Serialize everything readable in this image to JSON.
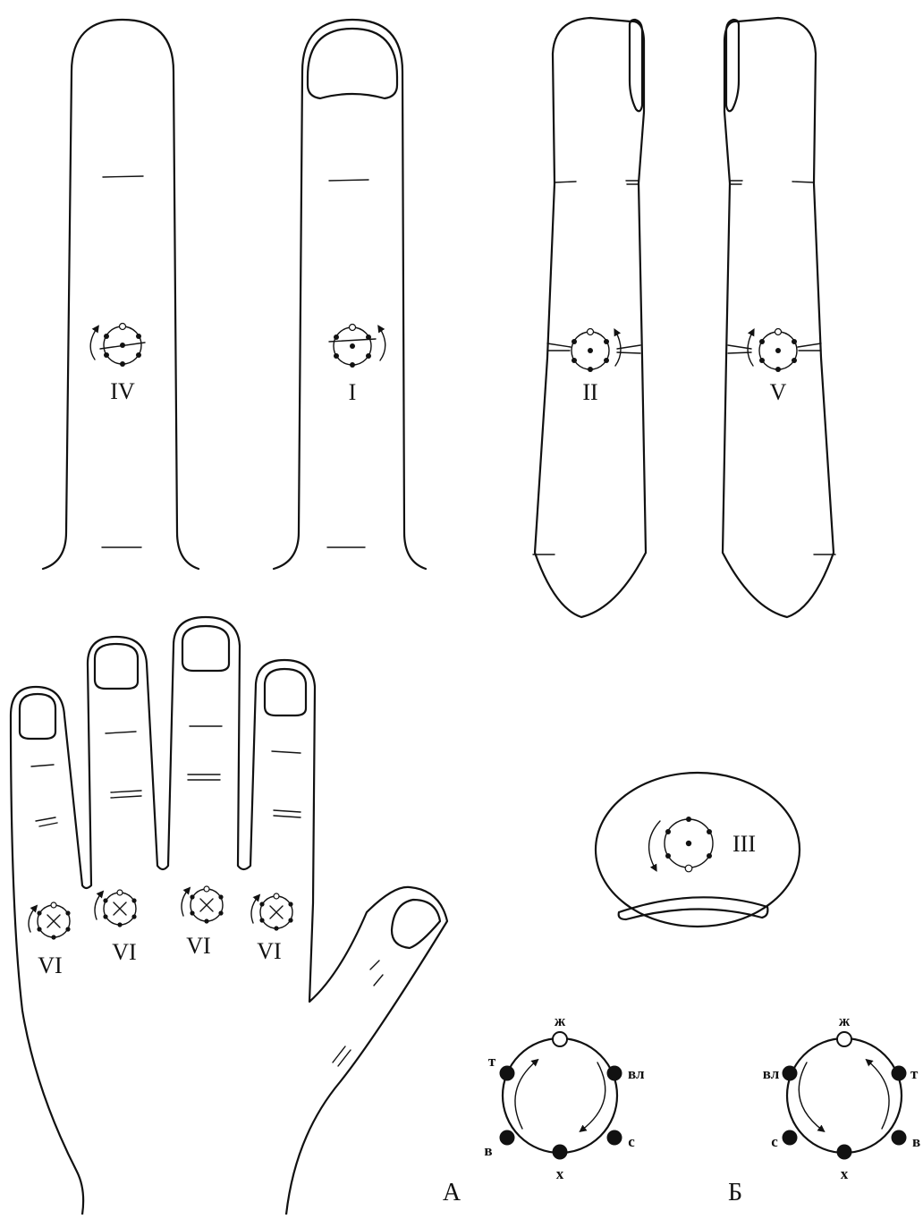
{
  "finger_labels": {
    "iv": "IV",
    "i": "I",
    "ii": "II",
    "v": "V",
    "iii": "III",
    "vi_1": "VI",
    "vi_2": "VI",
    "vi_3": "VI",
    "vi_4": "VI"
  },
  "diagram_a": {
    "label": "А",
    "points": {
      "top": "ж",
      "upper_left": "т",
      "upper_right": "вл",
      "lower_left": "в",
      "lower_right": "с",
      "bottom": "х"
    }
  },
  "diagram_b": {
    "label": "Б",
    "points": {
      "top": "ж",
      "upper_left": "вл",
      "upper_right": "т",
      "lower_left": "с",
      "lower_right": "в",
      "bottom": "х"
    }
  }
}
